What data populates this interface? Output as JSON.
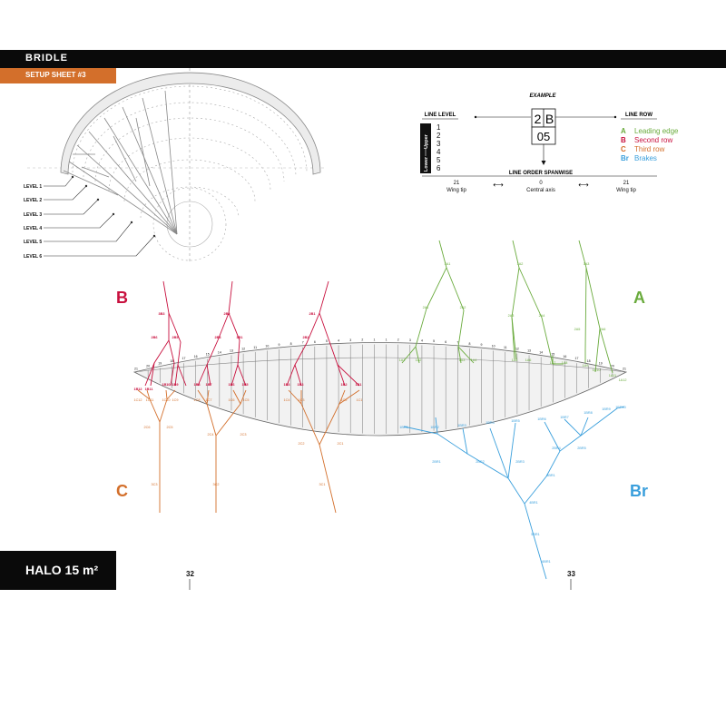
{
  "header": {
    "section_title": "BRIDLE",
    "sheet_label": "SETUP SHEET #3"
  },
  "footer": {
    "model": "HALO 15 m²",
    "page_left": "32",
    "page_right": "33"
  },
  "overview": {
    "levels": [
      "LEVEL 1",
      "LEVEL 2",
      "LEVEL 3",
      "LEVEL 4",
      "LEVEL 5",
      "LEVEL 6"
    ]
  },
  "example": {
    "title": "EXAMPLE",
    "line_level_title": "LINE LEVEL",
    "line_row_title": "LINE ROW",
    "upper": "Upper",
    "lower": "Lower",
    "levels": [
      "1",
      "2",
      "3",
      "4",
      "5",
      "6"
    ],
    "box_level": "2",
    "box_row": "B",
    "box_order": "05",
    "rows": [
      {
        "code": "A",
        "label": "Leading edge",
        "color": "#6aab3d"
      },
      {
        "code": "B",
        "label": "Second row",
        "color": "#c8103e"
      },
      {
        "code": "C",
        "label": "Third row",
        "color": "#d36f2b"
      },
      {
        "code": "Br",
        "label": "Brakes",
        "color": "#3a9fdc"
      }
    ],
    "order_title": "LINE ORDER SPANWISE",
    "left_num": "21",
    "left_label": "Wing tip",
    "center_num": "0",
    "center_label": "Central axis",
    "right_num": "21",
    "right_label": "Wing tip"
  },
  "row_letters": {
    "B": "B",
    "A": "A",
    "C": "C",
    "Br": "Br"
  },
  "colors": {
    "A": "#6aab3d",
    "B": "#c8103e",
    "C": "#d36f2b",
    "Br": "#3a9fdc"
  },
  "line_labels": {
    "B": [
      "3B3",
      "2B6",
      "2B5",
      "2B2",
      "2B3",
      "3B1",
      "2B2",
      "2B1",
      "1B12",
      "1B11",
      "1B10",
      "1B9",
      "1B8",
      "1B7",
      "1B6",
      "1B5",
      "1B4",
      "1B3",
      "1B2",
      "1B1"
    ],
    "A": [
      "3A1",
      "3A2",
      "3A3",
      "2A1",
      "2A2",
      "2A3",
      "2A4",
      "2A5",
      "2A6",
      "1A1",
      "1A2",
      "1A3",
      "1A4",
      "1A5",
      "1A6",
      "1A7",
      "1A8",
      "1A9",
      "1A10",
      "1A11",
      "1A12"
    ],
    "C": [
      "1C12",
      "1C11",
      "1C10",
      "1C9",
      "1C8",
      "1C7",
      "1C6",
      "1C5",
      "1C4",
      "1C3",
      "1C2",
      "1C1",
      "2C6",
      "2C5",
      "2C4",
      "2C3",
      "2C2",
      "2C1",
      "3C3",
      "3C2",
      "3C1"
    ],
    "Br": [
      "1BR1",
      "1BR2",
      "1BR3",
      "1BR4",
      "1BR5",
      "1BR6",
      "1BR7",
      "1BR8",
      "1BR9",
      "1BR10",
      "2BR1",
      "2BR2",
      "2BR3",
      "2BR4",
      "2BR5",
      "3BR1",
      "4BR1",
      "5BR1",
      "6BR1"
    ]
  },
  "rib_numbers": [
    "21",
    "20",
    "19",
    "18",
    "17",
    "16",
    "15",
    "14",
    "13",
    "12",
    "11",
    "10",
    "9",
    "8",
    "7",
    "6",
    "5",
    "4",
    "3",
    "2",
    "1",
    "1",
    "2",
    "3",
    "4",
    "5",
    "6",
    "7",
    "8",
    "9",
    "10",
    "11",
    "12",
    "13",
    "14",
    "15",
    "16",
    "17",
    "18",
    "19",
    "20",
    "21"
  ]
}
